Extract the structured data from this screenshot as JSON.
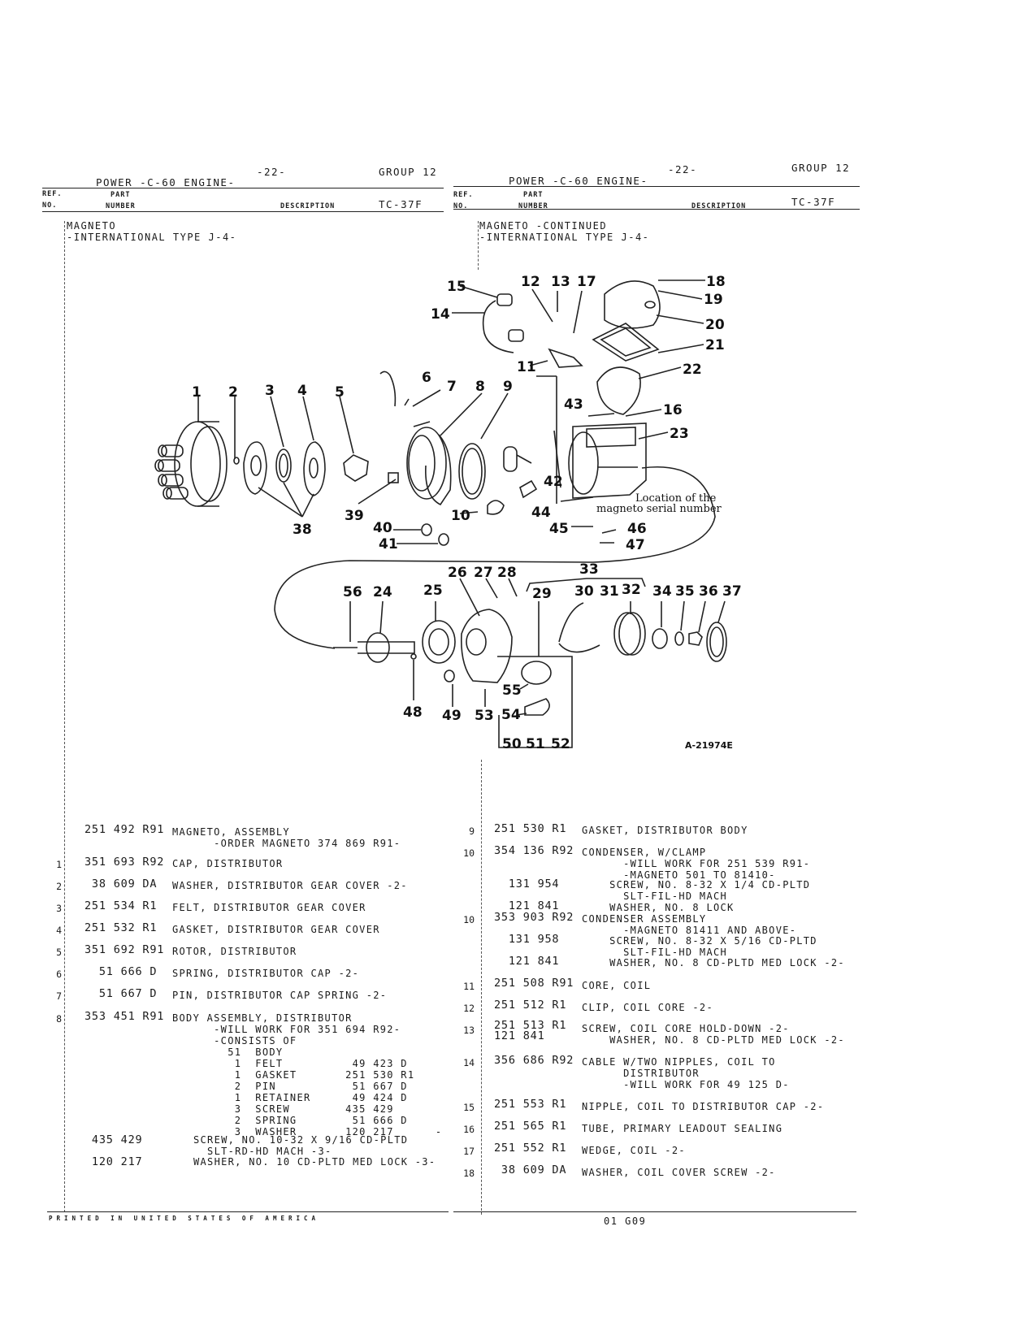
{
  "left_header": {
    "page": "-22-",
    "group": "GROUP 12",
    "title": "POWER -C-60 ENGINE-",
    "ref_label": "REF.",
    "no_label": "NO.",
    "part_label": "PART",
    "number_label": "NUMBER",
    "description_label": "DESCRIPTION",
    "catalog": "TC-37F",
    "section_title": "MAGNETO",
    "section_sub": "-INTERNATIONAL TYPE J-4-"
  },
  "right_header": {
    "page": "-22-",
    "group": "GROUP 12",
    "title": "POWER -C-60 ENGINE-",
    "ref_label": "REF.",
    "no_label": "NO.",
    "part_label": "PART",
    "number_label": "NUMBER",
    "description_label": "DESCRIPTION",
    "catalog": "TC-37F",
    "section_title": "MAGNETO -CONTINUED",
    "section_sub": "-INTERNATIONAL TYPE J-4-"
  },
  "diagram": {
    "callouts": [
      "1",
      "2",
      "3",
      "4",
      "5",
      "6",
      "7",
      "8",
      "9",
      "10",
      "11",
      "12",
      "13",
      "14",
      "15",
      "16",
      "17",
      "18",
      "19",
      "20",
      "21",
      "22",
      "23",
      "24",
      "25",
      "26",
      "27",
      "28",
      "29",
      "30",
      "31",
      "32",
      "33",
      "34",
      "35",
      "36",
      "37",
      "38",
      "39",
      "40",
      "41",
      "42",
      "43",
      "44",
      "45",
      "46",
      "47",
      "48",
      "49",
      "50",
      "51",
      "52",
      "53",
      "54",
      "55",
      "56"
    ],
    "serial_note_1": "Location of the",
    "serial_note_2": "magneto serial number",
    "figure_id": "A-21974E"
  },
  "left_rows": [
    {
      "ref": "",
      "part": "251 492 R91",
      "desc": "MAGNETO, ASSEMBLY\n      -ORDER MAGNETO 374 869 R91-"
    },
    {
      "ref": "1",
      "part": "351 693 R92",
      "desc": "CAP, DISTRIBUTOR"
    },
    {
      "ref": "2",
      "part": " 38 609 DA",
      "desc": "WASHER, DISTRIBUTOR GEAR COVER -2-"
    },
    {
      "ref": "3",
      "part": "251 534 R1",
      "desc": "FELT, DISTRIBUTOR GEAR COVER"
    },
    {
      "ref": "4",
      "part": "251 532 R1",
      "desc": "GASKET, DISTRIBUTOR GEAR COVER"
    },
    {
      "ref": "5",
      "part": "351 692 R91",
      "desc": "ROTOR, DISTRIBUTOR"
    },
    {
      "ref": "6",
      "part": "  51 666 D",
      "desc": "SPRING, DISTRIBUTOR CAP -2-"
    },
    {
      "ref": "7",
      "part": "  51 667 D",
      "desc": "PIN, DISTRIBUTOR CAP SPRING -2-"
    },
    {
      "ref": "8",
      "part": "353 451 R91",
      "desc": "BODY ASSEMBLY, DISTRIBUTOR\n      -WILL WORK FOR 351 694 R92-\n      -CONSISTS OF\n        51  BODY\n         1  FELT          49 423 D\n         1  GASKET       251 530 R1\n         2  PIN           51 667 D\n         1  RETAINER      49 424 D\n         3  SCREW        435 429\n         2  SPRING        51 666 D\n         3  WASHER       120 217      -"
    },
    {
      "ref": "",
      "part": " 435 429",
      "desc": "SCREW, NO. 10-32 X 9/16 CD-PLTD\n  SLT-RD-HD MACH -3-"
    },
    {
      "ref": "",
      "part": " 120 217",
      "desc": "WASHER, NO. 10 CD-PLTD MED LOCK -3-"
    }
  ],
  "right_rows": [
    {
      "ref": "9",
      "part": "251 530 R1",
      "desc": "GASKET, DISTRIBUTOR BODY"
    },
    {
      "ref": "10",
      "part": "354 136 R92",
      "desc": "CONDENSER, W/CLAMP\n      -WILL WORK FOR 251 539 R91-\n      -MAGNETO 501 TO 81410-"
    },
    {
      "ref": "",
      "part": "  131 954",
      "desc": "    SCREW, NO. 8-32 X 1/4 CD-PLTD\n      SLT-FIL-HD MACH"
    },
    {
      "ref": "",
      "part": "  121 841",
      "desc": "    WASHER, NO. 8 LOCK"
    },
    {
      "ref": "10",
      "part": "353 903 R92",
      "desc": "CONDENSER ASSEMBLY\n      -MAGNETO 81411 AND ABOVE-"
    },
    {
      "ref": "",
      "part": "  131 958",
      "desc": "    SCREW, NO. 8-32 X 5/16 CD-PLTD\n      SLT-FIL-HD MACH"
    },
    {
      "ref": "",
      "part": "  121 841",
      "desc": "    WASHER, NO. 8 CD-PLTD MED LOCK -2-"
    },
    {
      "ref": "11",
      "part": "251 508 R91",
      "desc": "CORE, COIL"
    },
    {
      "ref": "12",
      "part": "251 512 R1",
      "desc": "CLIP, COIL CORE -2-"
    },
    {
      "ref": "13",
      "part": "251 513 R1\n121 841",
      "desc": "SCREW, COIL CORE HOLD-DOWN -2-\n    WASHER, NO. 8 CD-PLTD MED LOCK -2-"
    },
    {
      "ref": "14",
      "part": "356 686 R92",
      "desc": "CABLE W/TWO NIPPLES, COIL TO\n      DISTRIBUTOR\n      -WILL WORK FOR 49 125 D-"
    },
    {
      "ref": "15",
      "part": "251 553 R1",
      "desc": "NIPPLE, COIL TO DISTRIBUTOR CAP -2-"
    },
    {
      "ref": "16",
      "part": "251 565 R1",
      "desc": "TUBE, PRIMARY LEADOUT SEALING"
    },
    {
      "ref": "17",
      "part": "251 552 R1",
      "desc": "WEDGE, COIL -2-"
    },
    {
      "ref": "18",
      "part": " 38 609 DA",
      "desc": "WASHER, COIL COVER SCREW -2-"
    }
  ],
  "footer": {
    "printed": "PRINTED IN UNITED STATES OF AMERICA",
    "code": "01 G09"
  }
}
